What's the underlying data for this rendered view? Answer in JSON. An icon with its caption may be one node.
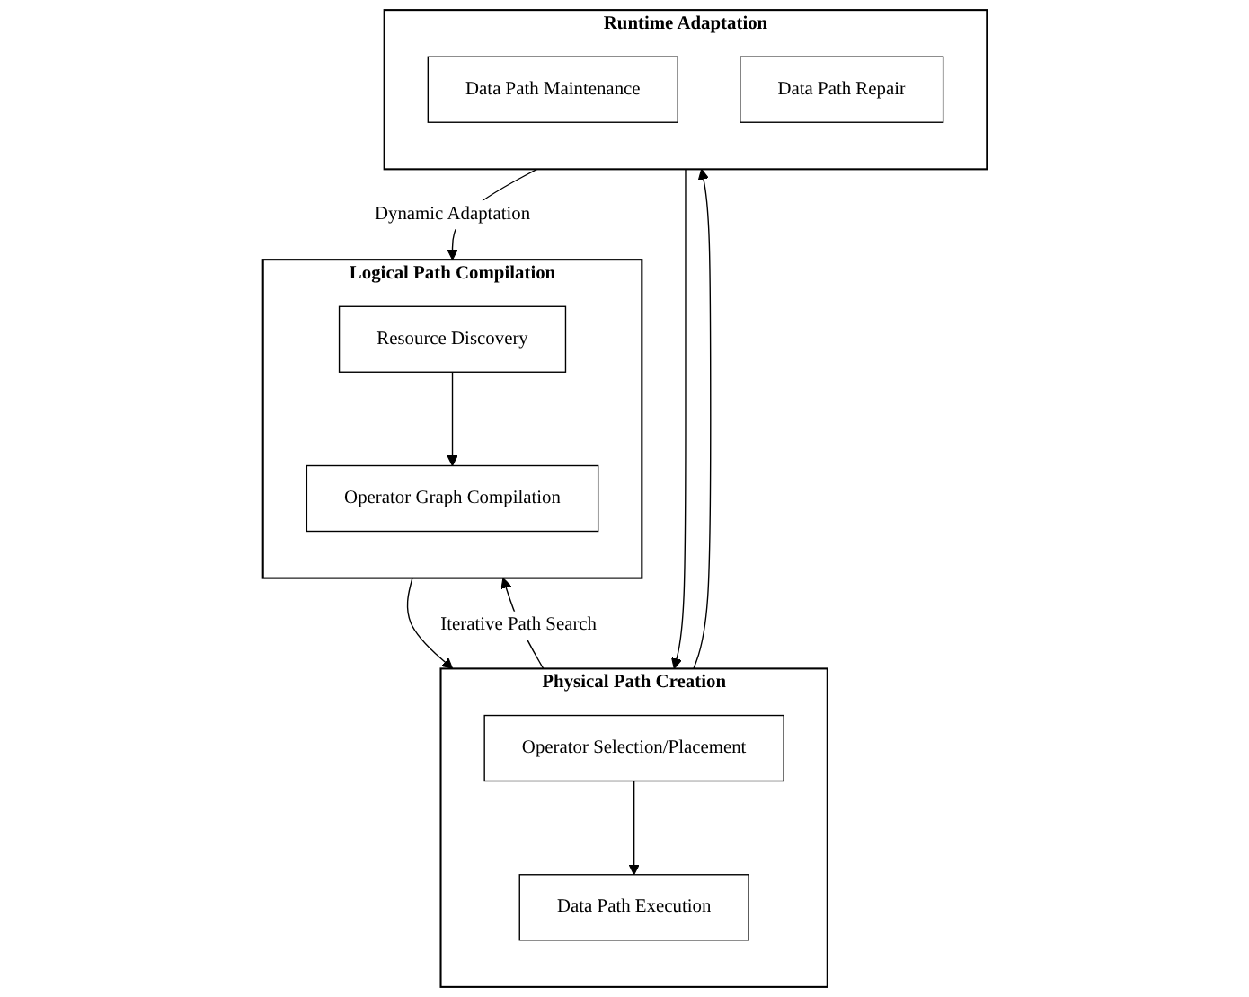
{
  "diagram": {
    "nodes": [
      {
        "text": [
          "Logical Path Compilation"
        ]
      },
      {
        "text": [
          "Resource Discovery"
        ],
        "in": 0
      },
      {
        "text": [
          "Operator Graph Compilation"
        ],
        "in": 0
      },
      {
        "text": [
          "Physical Path Creation"
        ]
      },
      {
        "text": [
          "Operator Selection/Placement"
        ],
        "in": 3
      },
      {
        "text": [
          "Data Path Execution"
        ],
        "in": 3
      },
      {
        "text": [
          "Runtime Adaptation"
        ]
      },
      {
        "text": [
          "Data Path Maintenance"
        ],
        "in": 6
      },
      {
        "text": [
          "Data Path Repair"
        ],
        "in": 6
      }
    ],
    "edges": [
      {
        "from": 1,
        "to": 2,
        "arrow": "to"
      },
      {
        "from": 0,
        "to": 3,
        "arrow": "to"
      },
      {
        "from": 4,
        "to": 5,
        "arrow": "to"
      },
      {
        "from": 3,
        "to": 6,
        "arrow": "to"
      },
      {
        "from": 3,
        "to": 0,
        "arrow": "to",
        "label": "Iterative Path Search"
      },
      {
        "from": 6,
        "to": 0,
        "arrow": "to",
        "label": "Dynamic Adaptation"
      },
      {
        "from": 6,
        "to": 3,
        "arrow": "to"
      }
    ]
  }
}
